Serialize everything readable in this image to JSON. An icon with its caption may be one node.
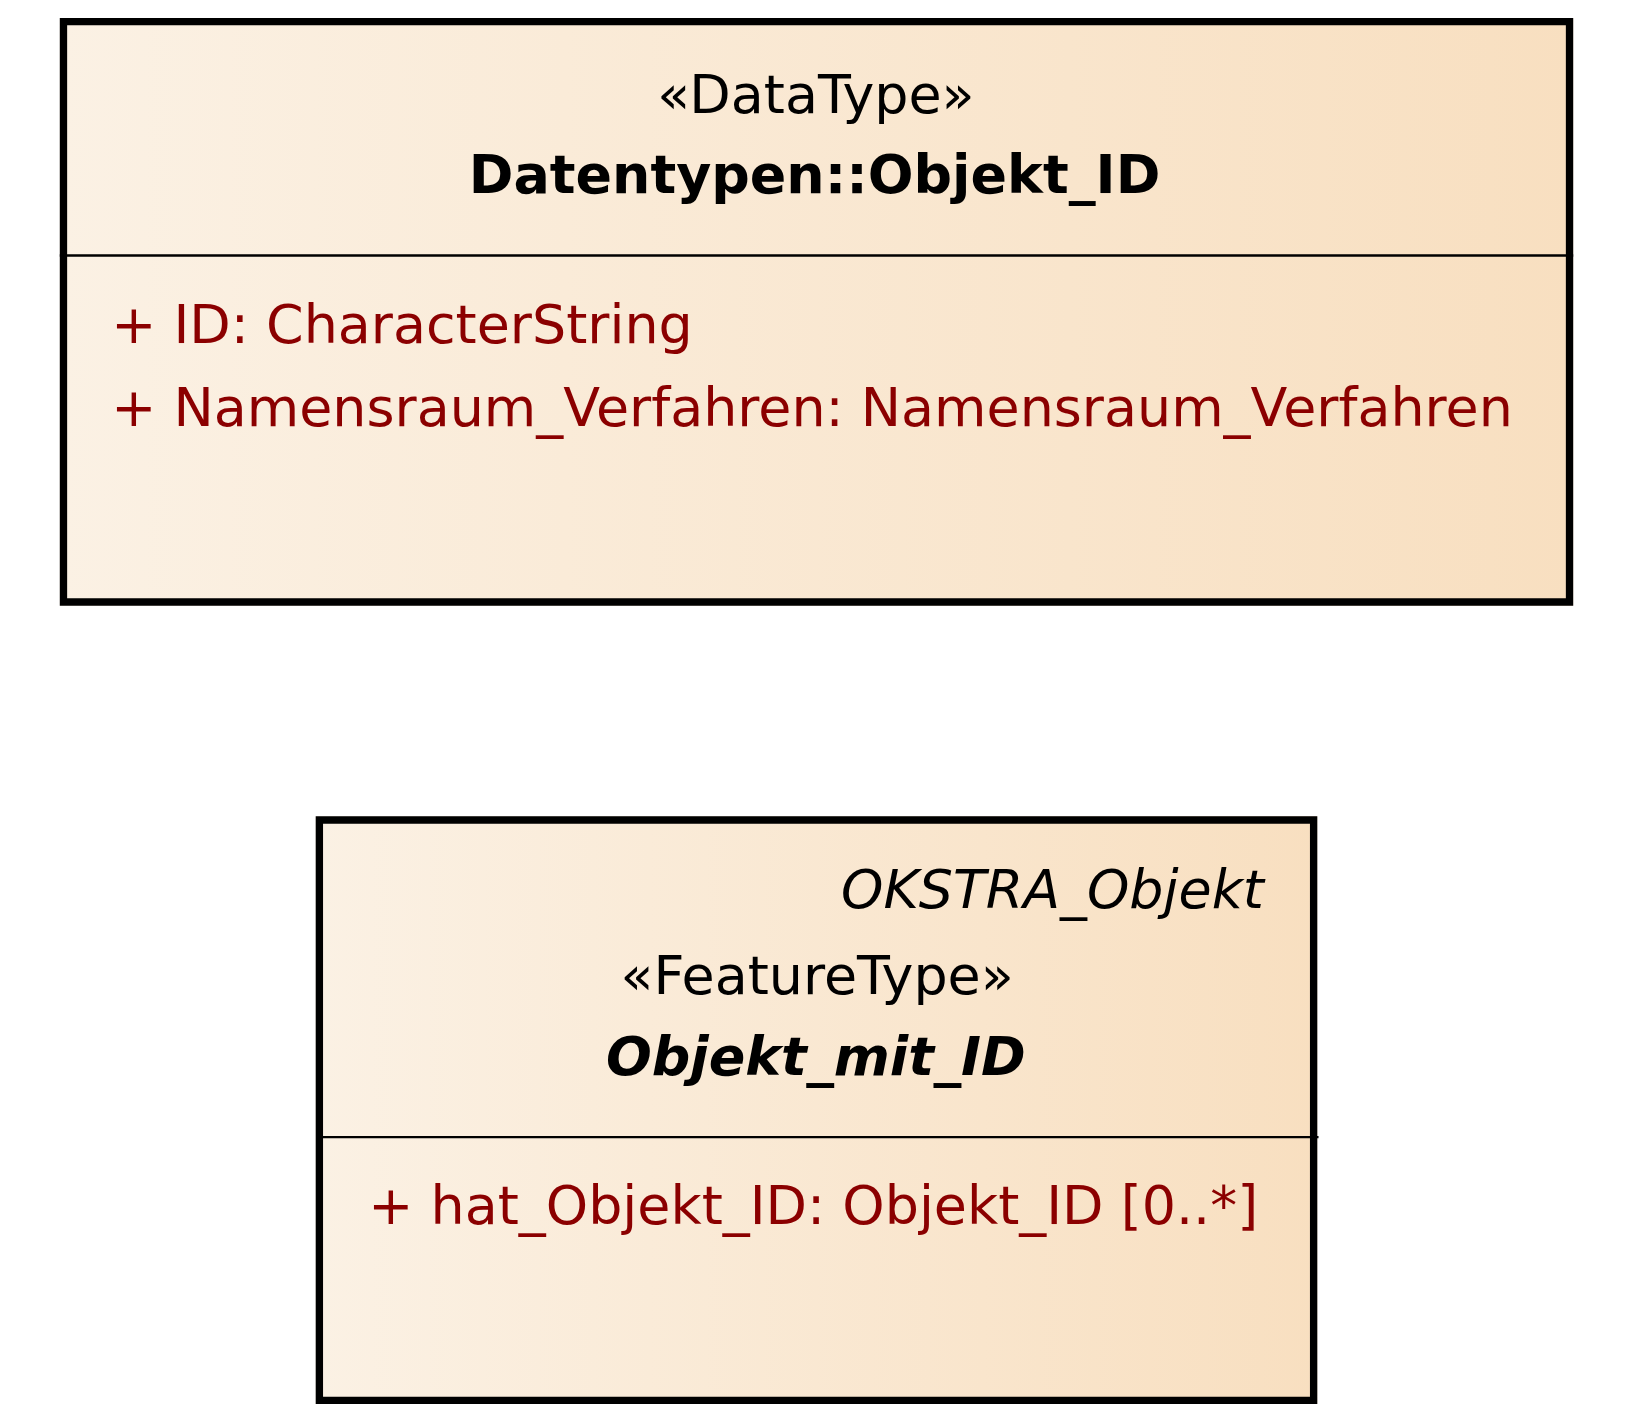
{
  "diagram": {
    "nodes": [
      {
        "text": [
          "OKSTRA_Objekt",
          "«FeatureType»",
          "Objekt_mit_ID",
          "+ hat_Objekt_ID: Objekt_ID [0..*]"
        ]
      },
      {
        "text": [
          "«DataType»",
          "Datentypen::Objekt_ID",
          "+ ID: CharacterString",
          "+ Namensraum_Verfahren: Namensraum_Verfahren"
        ]
      }
    ]
  }
}
